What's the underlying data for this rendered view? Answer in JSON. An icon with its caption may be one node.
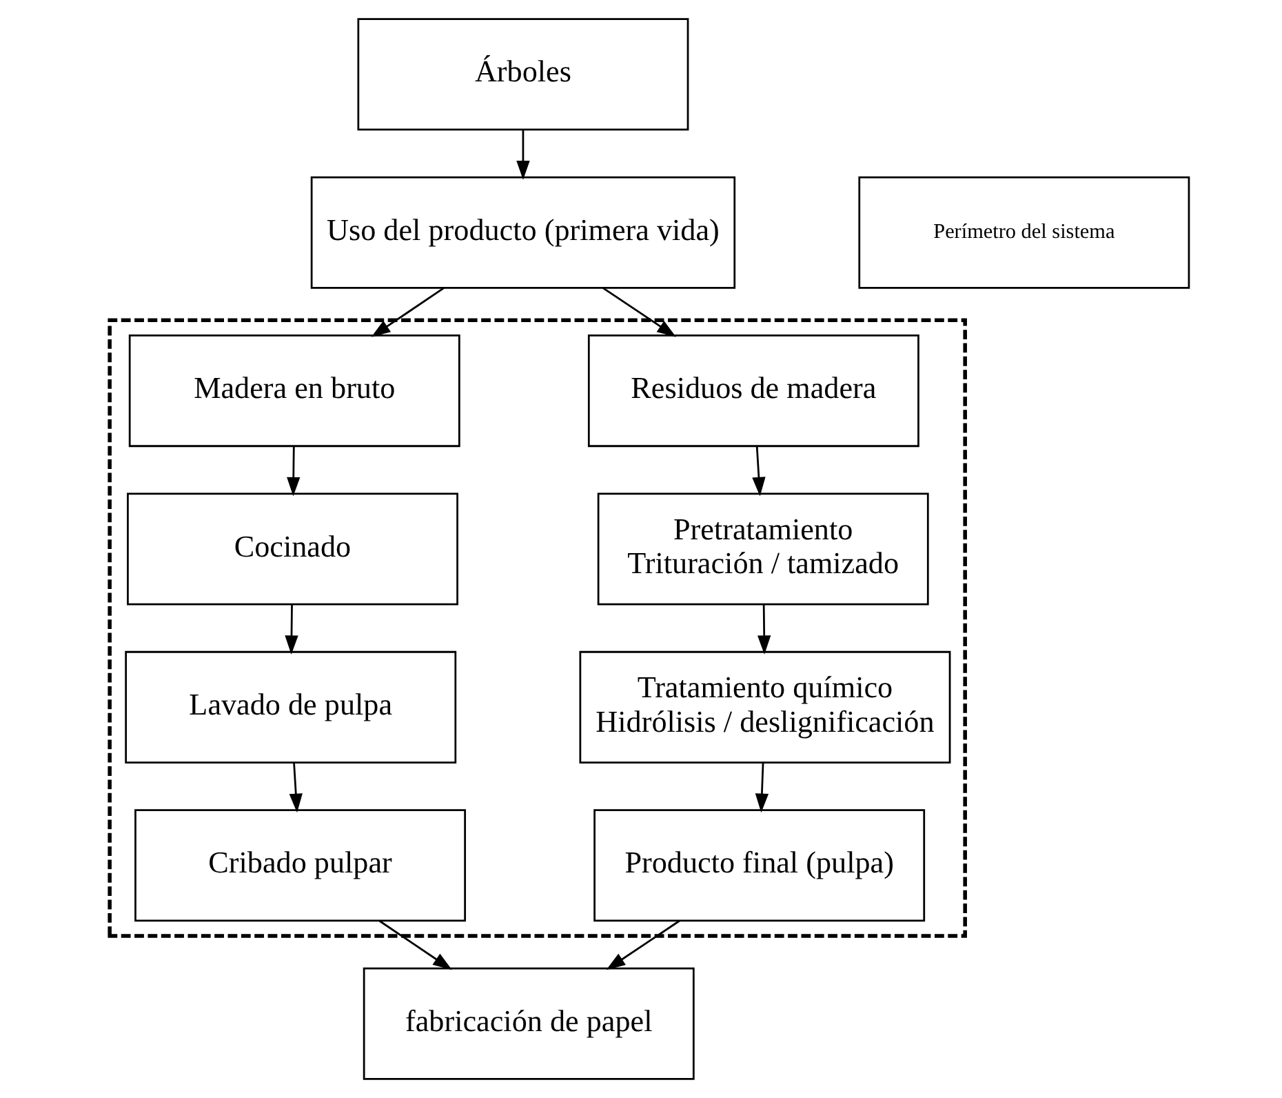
{
  "diagram": {
    "nodes": [
      {
        "text": [
          "Árboles"
        ]
      },
      {
        "text": [
          "Uso del producto (primera vida)"
        ]
      },
      {
        "text": [
          "Perímetro del sistema"
        ]
      },
      {
        "text": [],
        "shape": "box"
      },
      {
        "text": [
          "Residuos de madera"
        ],
        "in": 3
      },
      {
        "text": [
          "Madera en bruto"
        ],
        "in": 3
      },
      {
        "text": [
          "Pretratamiento",
          "Trituración / tamizado"
        ],
        "in": 3
      },
      {
        "text": [
          "Cocinado"
        ],
        "in": 3
      },
      {
        "text": [
          "Tratamiento químico",
          "Hidrólisis / deslignificación"
        ],
        "in": 3
      },
      {
        "text": [
          "Lavado de pulpa"
        ],
        "in": 3
      },
      {
        "text": [
          "Producto final (pulpa)"
        ],
        "in": 3
      },
      {
        "text": [
          "Cribado pulpar"
        ],
        "in": 3
      },
      {
        "text": [
          "fabricación de papel"
        ]
      }
    ],
    "edges": [
      {
        "from": 0,
        "to": 1,
        "arrow": "to"
      },
      {
        "from": 1,
        "to": 4,
        "arrow": "to"
      },
      {
        "from": 1,
        "to": 5,
        "arrow": "to"
      },
      {
        "from": 4,
        "to": 6,
        "arrow": "to"
      },
      {
        "from": 6,
        "to": 8,
        "arrow": "to"
      },
      {
        "from": 8,
        "to": 10,
        "arrow": "to"
      },
      {
        "from": 5,
        "to": 7,
        "arrow": "to"
      },
      {
        "from": 7,
        "to": 9,
        "arrow": "to"
      },
      {
        "from": 9,
        "to": 11,
        "arrow": "to"
      },
      {
        "from": 10,
        "to": 12,
        "arrow": "to"
      },
      {
        "from": 11,
        "to": 12,
        "arrow": "to"
      }
    ]
  }
}
